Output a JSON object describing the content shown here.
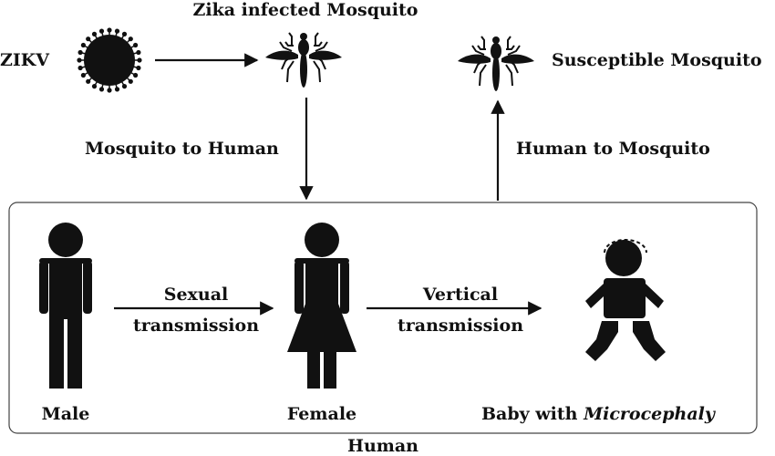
{
  "diagram": {
    "virus": {
      "label": "ZIKV",
      "icon": "virus-icon"
    },
    "infected_mosquito": {
      "label": "Zika infected Mosquito",
      "icon": "mosquito-icon"
    },
    "susceptible_mosquito": {
      "label": "Susceptible Mosquito",
      "icon": "mosquito-icon"
    },
    "edges": {
      "mosquito_to_human": "Mosquito to Human",
      "human_to_mosquito": "Human to Mosquito",
      "sexual_line1": "Sexual",
      "sexual_line2": "transmission",
      "vertical_line1": "Vertical",
      "vertical_line2": "transmission"
    },
    "human_box_label": "Human",
    "male": {
      "label": "Male",
      "icon": "male-figure-icon"
    },
    "female": {
      "label": "Female",
      "icon": "female-figure-icon"
    },
    "baby": {
      "label_prefix": "Baby with ",
      "label_condition": "Microcephaly",
      "icon": "baby-figure-icon"
    },
    "colors": {
      "ink": "#111111",
      "box_border": "#444444"
    }
  }
}
